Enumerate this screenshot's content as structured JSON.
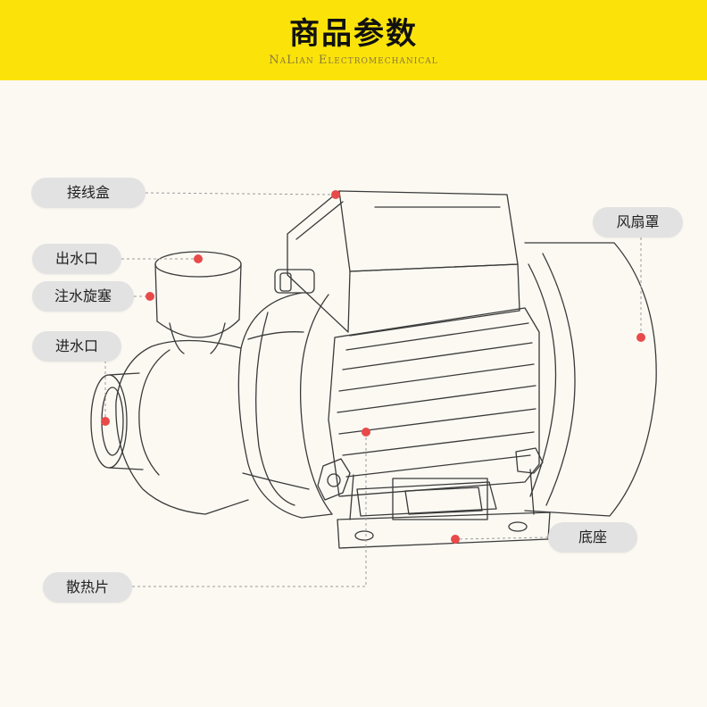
{
  "header": {
    "title": "商品参数",
    "subtitle": "NaLian Electromechanical"
  },
  "labels": {
    "junction_box": "接线盒",
    "outlet": "出水口",
    "priming_plug": "注水旋塞",
    "inlet": "进水口",
    "fan_cover": "风扇罩",
    "base": "底座",
    "heat_sink": "散热片"
  },
  "colors": {
    "header_bg": "#fbe30a",
    "marker": "#e84a4a",
    "label_bg": "#e2e2e2",
    "line_art": "#3a3a3a"
  }
}
